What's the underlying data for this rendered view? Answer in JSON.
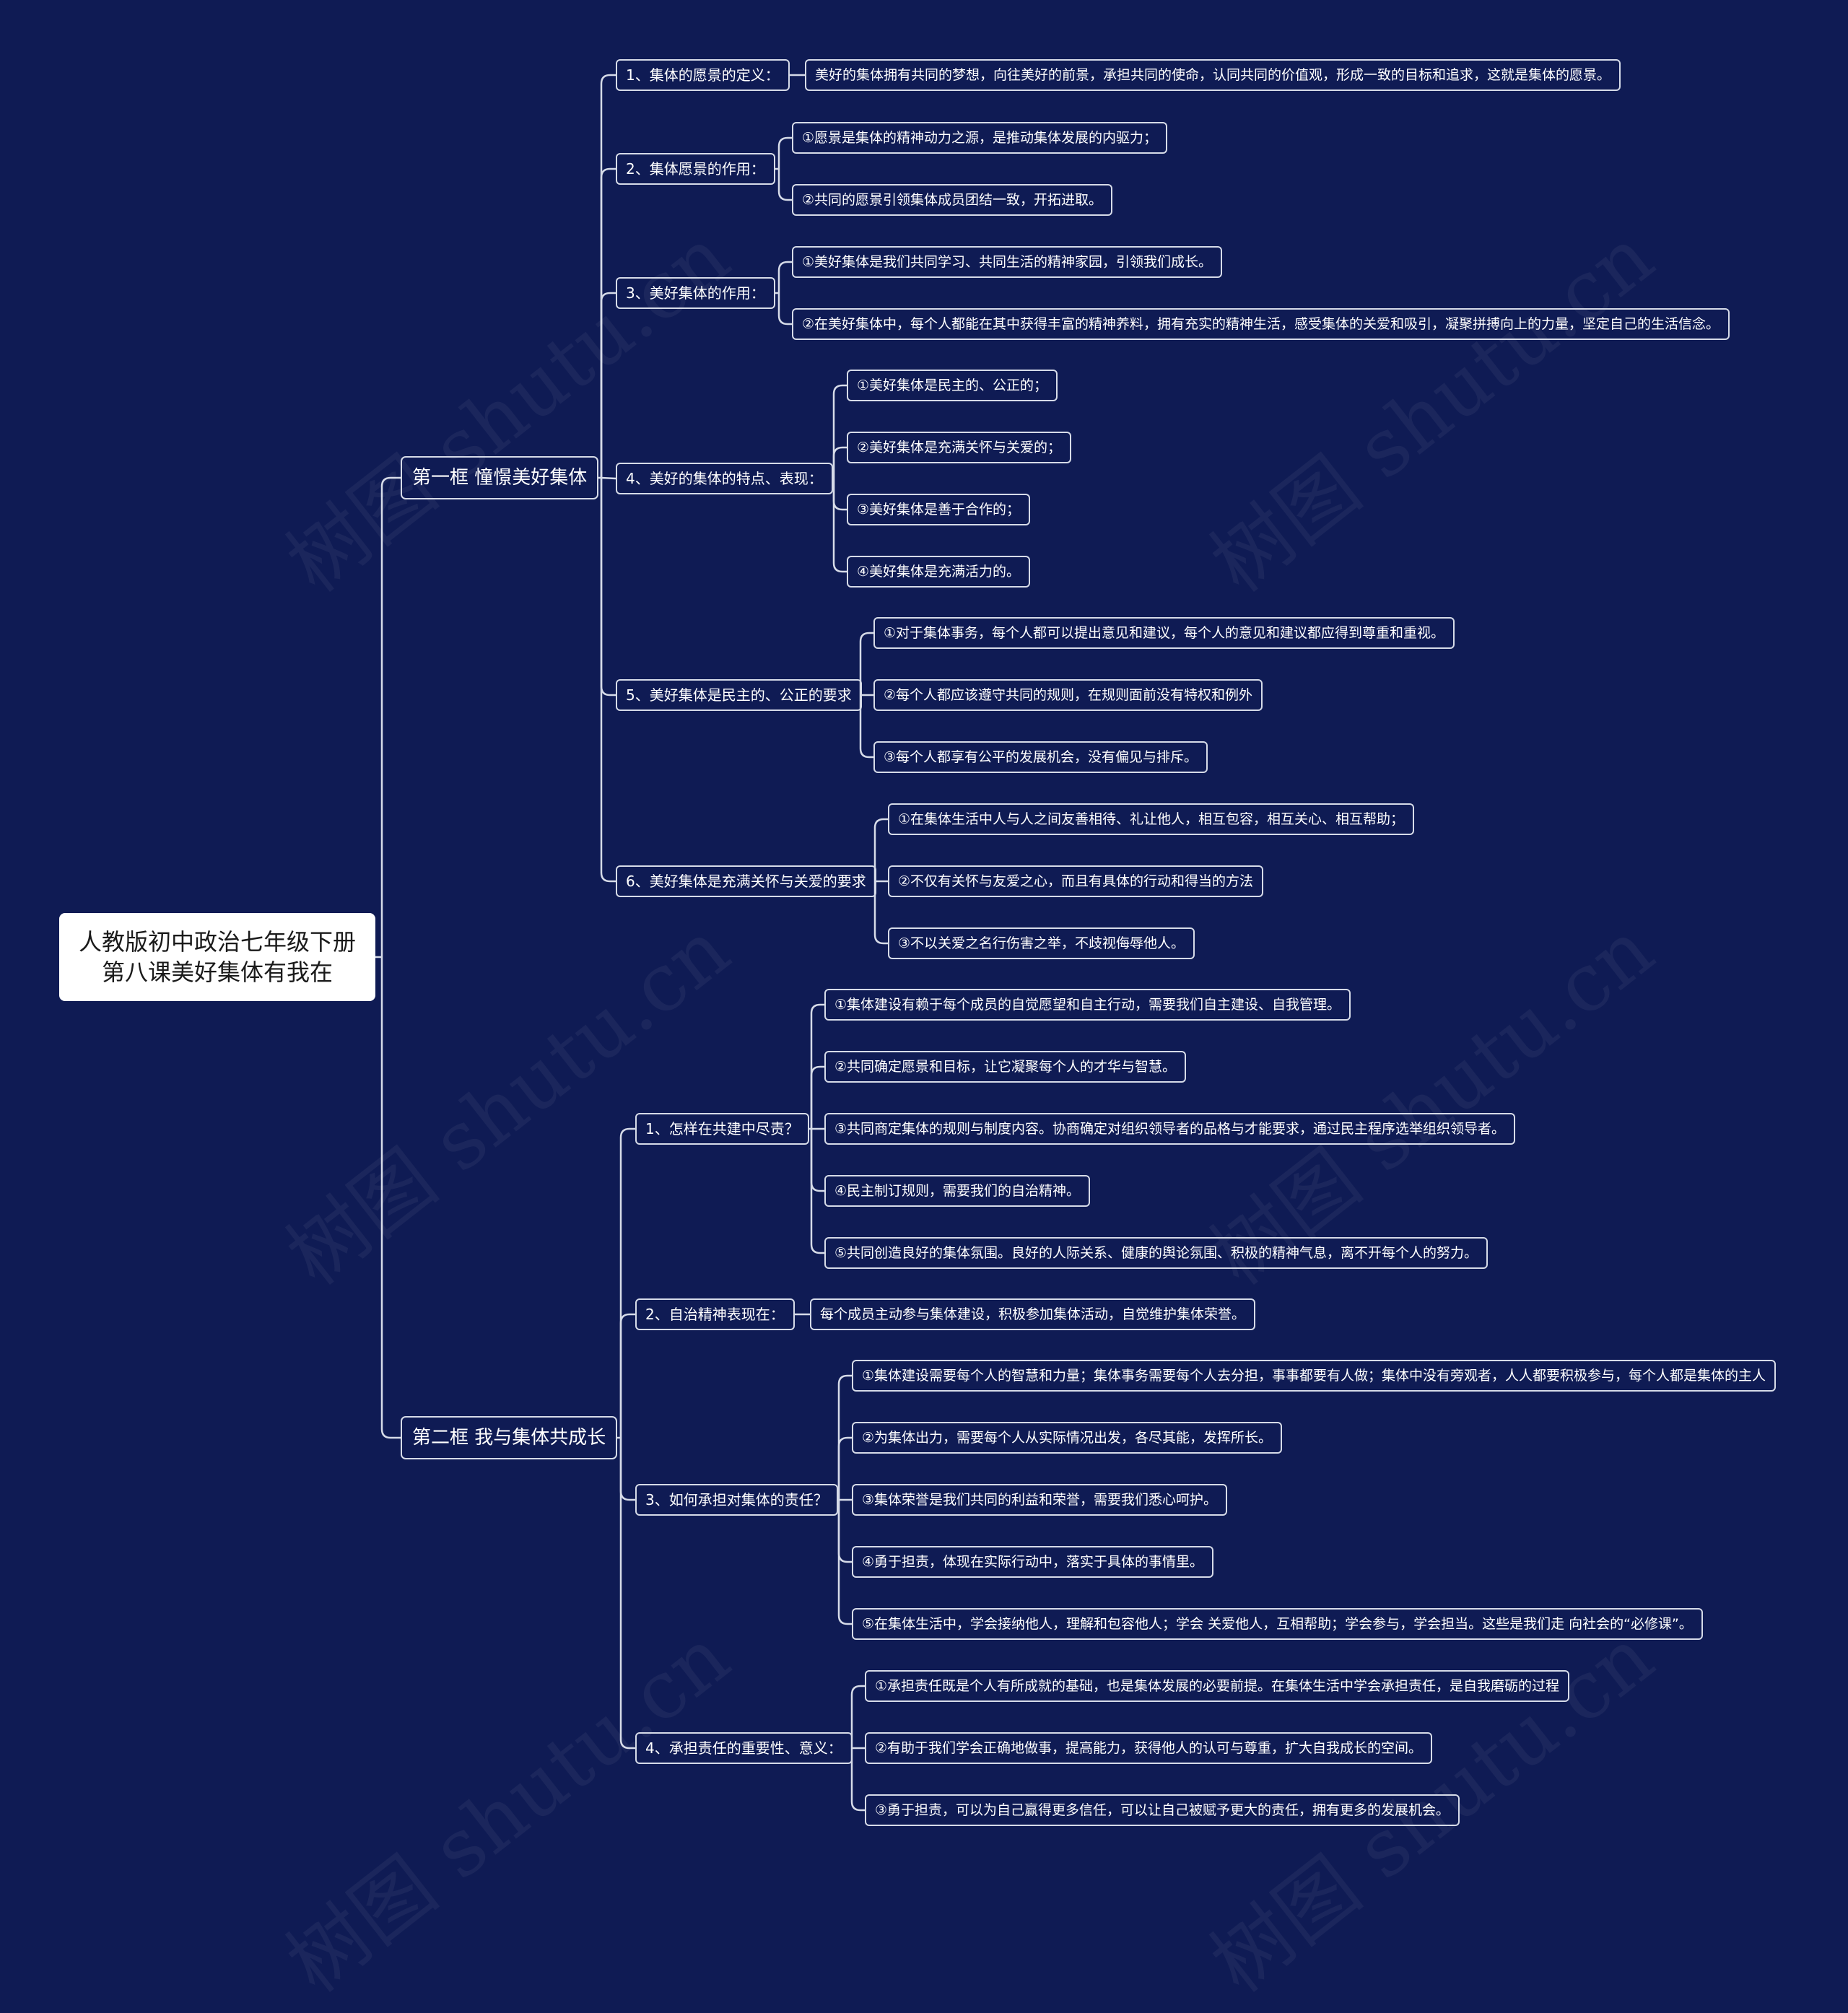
{
  "root": {
    "line1": "人教版初中政治七年级下册",
    "line2": "第八课美好集体有我在"
  },
  "branches": [
    {
      "label": "第一框 憧憬美好集体",
      "topics": [
        {
          "label": "1、集体的愿景的定义：",
          "items": [
            "美好的集体拥有共同的梦想，向往美好的前景，承担共同的使命，认同共同的价值观，形成一致的目标和追求，这就是集体的愿景。"
          ]
        },
        {
          "label": "2、集体愿景的作用：",
          "items": [
            "①愿景是集体的精神动力之源，是推动集体发展的内驱力；",
            "②共同的愿景引领集体成员团结一致，开拓进取。"
          ]
        },
        {
          "label": "3、美好集体的作用：",
          "items": [
            "①美好集体是我们共同学习、共同生活的精神家园，引领我们成长。",
            "②在美好集体中，每个人都能在其中获得丰富的精神养料，拥有充实的精神生活，感受集体的关爱和吸引，凝聚拼搏向上的力量，坚定自己的生活信念。"
          ]
        },
        {
          "label": "4、美好的集体的特点、表现：",
          "items": [
            "①美好集体是民主的、公正的；",
            "②美好集体是充满关怀与关爱的；",
            "③美好集体是善于合作的；",
            "④美好集体是充满活力的。"
          ]
        },
        {
          "label": "5、美好集体是民主的、公正的要求",
          "items": [
            "①对于集体事务，每个人都可以提出意见和建议，每个人的意见和建议都应得到尊重和重视。",
            "②每个人都应该遵守共同的规则，在规则面前没有特权和例外",
            "③每个人都享有公平的发展机会，没有偏见与排斥。"
          ]
        },
        {
          "label": "6、美好集体是充满关怀与关爱的要求",
          "items": [
            "①在集体生活中人与人之间友善相待、礼让他人，相互包容，相互关心、相互帮助；",
            "②不仅有关怀与友爱之心，而且有具体的行动和得当的方法",
            "③不以关爱之名行伤害之举，不歧视侮辱他人。"
          ]
        }
      ]
    },
    {
      "label": "第二框  我与集体共成长",
      "topics": [
        {
          "label": "1、怎样在共建中尽责？",
          "items": [
            "①集体建设有赖于每个成员的自觉愿望和自主行动，需要我们自主建设、自我管理。",
            "②共同确定愿景和目标，让它凝聚每个人的才华与智慧。",
            "③共同商定集体的规则与制度内容。协商确定对组织领导者的品格与才能要求，通过民主程序选举组织领导者。",
            "④民主制订规则，需要我们的自治精神。",
            "⑤共同创造良好的集体氛围。良好的人际关系、健康的舆论氛围、积极的精神气息，离不开每个人的努力。"
          ]
        },
        {
          "label": "2、自治精神表现在：",
          "items": [
            "每个成员主动参与集体建设，积极参加集体活动，自觉维护集体荣誉。"
          ]
        },
        {
          "label": "3、如何承担对集体的责任？",
          "items": [
            "①集体建设需要每个人的智慧和力量；集体事务需要每个人去分担，事事都要有人做；集体中没有旁观者，人人都要积极参与，每个人都是集体的主人",
            "②为集体出力，需要每个人从实际情况出发，各尽其能，发挥所长。",
            "③集体荣誉是我们共同的利益和荣誉，需要我们悉心呵护。",
            "④勇于担责，体现在实际行动中，落实于具体的事情里。",
            "⑤在集体生活中，学会接纳他人，理解和包容他人；学会 关爱他人，互相帮助；学会参与，学会担当。这些是我们走 向社会的“必修课”。"
          ]
        },
        {
          "label": "4、承担责任的重要性、意义：",
          "items": [
            "①承担责任既是个人有所成就的基础，也是集体发展的必要前提。在集体生活中学会承担责任，是自我磨砺的过程",
            "②有助于我们学会正确地做事，提高能力，获得他人的认可与尊重，扩大自我成长的空间。",
            "③勇于担责，可以为自己赢得更多信任，可以让自己被赋予更大的责任，拥有更多的发展机会。"
          ]
        }
      ]
    }
  ],
  "watermark": "树图 shutu.cn",
  "colors": {
    "background": "#0f1b54",
    "line": "#d6dbe8",
    "root_fill": "#ffffff"
  }
}
